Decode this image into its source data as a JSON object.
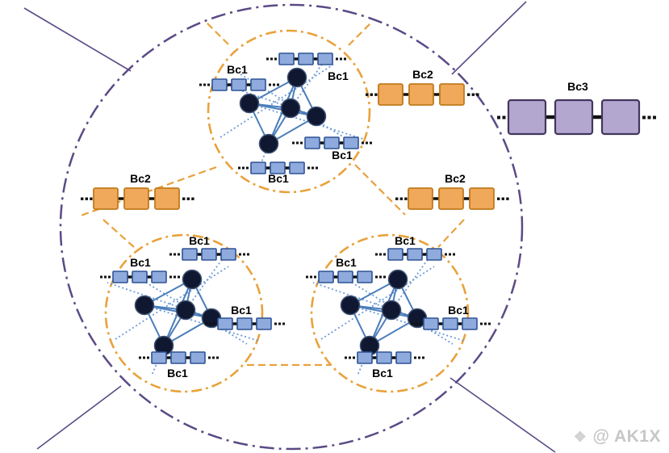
{
  "diagram": {
    "labels": {
      "bc1": "Bc1",
      "bc2": "Bc2",
      "bc3": "Bc3"
    },
    "colors": {
      "outer_boundary": "#5b4a86",
      "committee_circle": "#e8a23c",
      "bc1_fill": "#8faadc",
      "bc1_border": "#2e5395",
      "bc2_fill": "#f0a85a",
      "bc2_border": "#c07b1d",
      "bc3_fill": "#b3a7d0",
      "bc3_border": "#43365c",
      "node_fill": "#0f1830",
      "mesh_edge": "#4a7ebb"
    },
    "clusters": [
      {
        "id": "top",
        "nodes": 5,
        "chains": [
          "Bc1",
          "Bc1",
          "Bc1",
          "Bc1"
        ]
      },
      {
        "id": "bottom-left",
        "nodes": 5,
        "chains": [
          "Bc1",
          "Bc1",
          "Bc1",
          "Bc1"
        ]
      },
      {
        "id": "bottom-right",
        "nodes": 5,
        "chains": [
          "Bc1",
          "Bc1",
          "Bc1",
          "Bc1"
        ]
      }
    ],
    "mid_level_chains": [
      "Bc2",
      "Bc2",
      "Bc2"
    ],
    "top_level_chain": "Bc3"
  },
  "watermark": {
    "icon": "❖",
    "text": "@ AK1X"
  }
}
